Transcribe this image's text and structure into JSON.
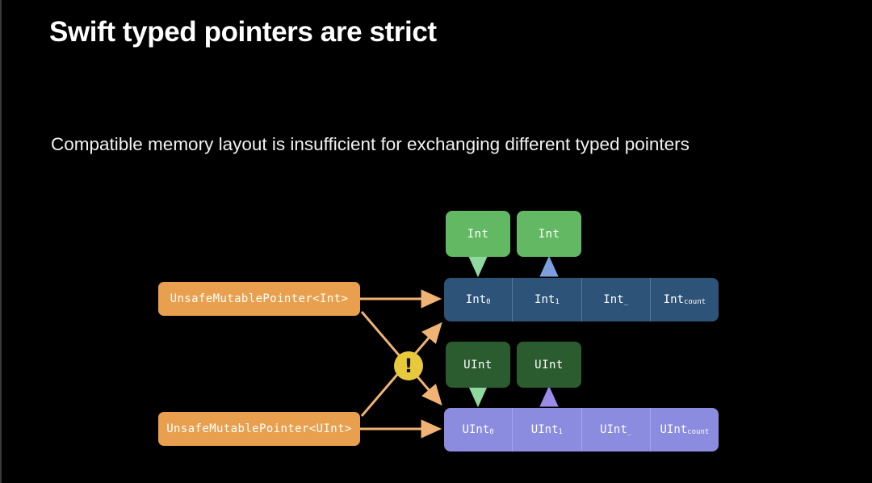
{
  "slide": {
    "background_color": "#000000",
    "title": "Swift typed pointers are strict",
    "subtitle": "Compatible memory layout is insufficient for exchanging different typed pointers"
  },
  "colors": {
    "orange_pointer": "#e8a04e",
    "blue_memory_row": "#2e5379",
    "purple_memory_row": "#8b8be0",
    "green_value_light": "#63b963",
    "green_value_dark": "#2b5c2f",
    "warning_yellow": "#e8c93c",
    "arrow_orange": "#f0b374",
    "arrow_green": "#8fd9a0",
    "arrow_blue": "#7d9fdd",
    "arrow_purple": "#9b8ce8",
    "text_white": "#ffffff"
  },
  "diagram": {
    "pointers": [
      {
        "id": "pointer-int",
        "label": "UnsafeMutablePointer<Int>"
      },
      {
        "id": "pointer-uint",
        "label": "UnsafeMutablePointer<UInt>"
      }
    ],
    "value_boxes": [
      {
        "id": "value-int-0",
        "label": "Int",
        "shade": "light"
      },
      {
        "id": "value-int-1",
        "label": "Int",
        "shade": "light"
      },
      {
        "id": "value-uint-0",
        "label": "UInt",
        "shade": "dark"
      },
      {
        "id": "value-uint-1",
        "label": "UInt",
        "shade": "dark"
      }
    ],
    "memory_rows": [
      {
        "id": "memory-row-int",
        "type": "Int",
        "color": "#2e5379",
        "cells": [
          {
            "base": "Int",
            "sub": "0"
          },
          {
            "base": "Int",
            "sub": "1"
          },
          {
            "base": "Int",
            "sub": "_"
          },
          {
            "base": "Int",
            "sub": "count"
          }
        ]
      },
      {
        "id": "memory-row-uint",
        "type": "UInt",
        "color": "#8b8be0",
        "cells": [
          {
            "base": "UInt",
            "sub": "0"
          },
          {
            "base": "UInt",
            "sub": "1"
          },
          {
            "base": "UInt",
            "sub": "_"
          },
          {
            "base": "UInt",
            "sub": "count"
          }
        ]
      }
    ],
    "warning": {
      "id": "warning-badge",
      "glyph": "!",
      "meaning": "type-mismatch-warning"
    },
    "connections": [
      {
        "from": "pointer-int",
        "to": "memory-row-int",
        "style": "straight",
        "color": "#f0b374"
      },
      {
        "from": "pointer-uint",
        "to": "memory-row-uint",
        "style": "straight",
        "color": "#f0b374"
      },
      {
        "from": "pointer-int",
        "to": "memory-row-uint",
        "style": "diagonal-crossing",
        "color": "#f0b374"
      },
      {
        "from": "pointer-uint",
        "to": "memory-row-int",
        "style": "diagonal-crossing",
        "color": "#f0b374"
      },
      {
        "from": "value-int-0",
        "to": "memory-row-int-cell-0",
        "style": "down-arrow",
        "color": "#8fd9a0"
      },
      {
        "from": "memory-row-int-cell-1",
        "to": "value-int-1",
        "style": "up-arrow",
        "color": "#7d9fdd"
      },
      {
        "from": "value-uint-0",
        "to": "memory-row-uint-cell-0",
        "style": "down-arrow",
        "color": "#8fd9a0"
      },
      {
        "from": "memory-row-uint-cell-1",
        "to": "value-uint-1",
        "style": "up-arrow",
        "color": "#9b8ce8"
      }
    ]
  }
}
